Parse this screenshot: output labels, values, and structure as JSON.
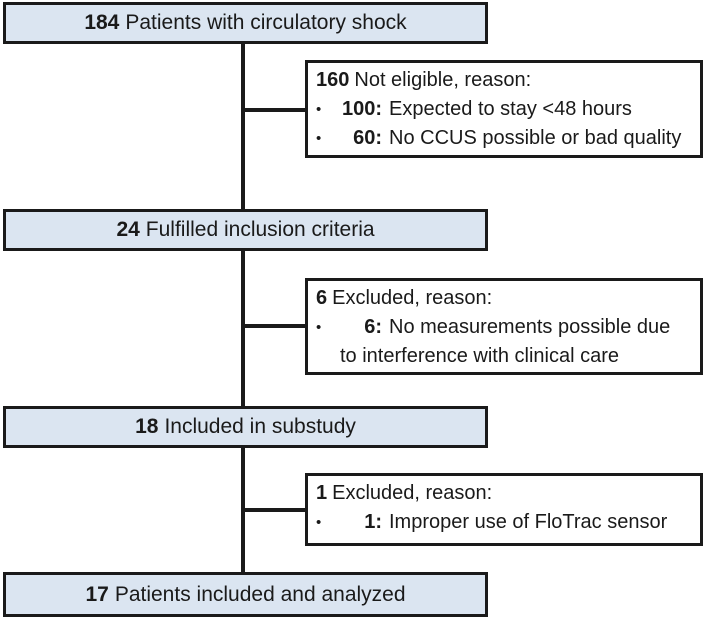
{
  "diagram_type": "patient-flow-chart",
  "colors": {
    "main_box_fill": "#dbe5f1",
    "side_box_fill": "#ffffff",
    "border": "#1a1a1a",
    "connector": "#1a1a1a",
    "background": "#ffffff"
  },
  "bullet_char": "•",
  "main_boxes": [
    {
      "count": "184",
      "label": "Patients with circulatory shock"
    },
    {
      "count": "24",
      "label": "Fulfilled inclusion criteria"
    },
    {
      "count": "18",
      "label": "Included in substudy"
    },
    {
      "count": "17",
      "label": "Patients included and analyzed"
    }
  ],
  "side_boxes": [
    {
      "count": "160",
      "header": "Not eligible, reason:",
      "items": [
        {
          "num": "100:",
          "text": "Expected to stay <48 hours"
        },
        {
          "num": "60:",
          "text": "No CCUS possible or bad quality"
        }
      ]
    },
    {
      "count": "6",
      "header": "Excluded, reason:",
      "items": [
        {
          "num": "6:",
          "text": "No measurements possible due to interference with clinical care"
        }
      ]
    },
    {
      "count": "1",
      "header": "Excluded, reason:",
      "items": [
        {
          "num": "1:",
          "text": "Improper use of FloTrac sensor"
        }
      ]
    }
  ]
}
